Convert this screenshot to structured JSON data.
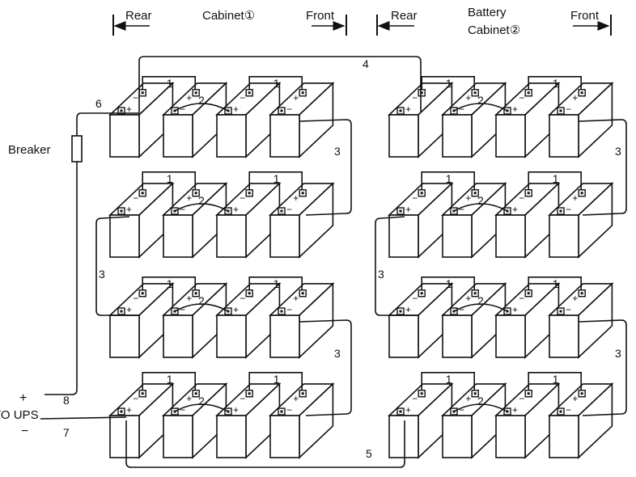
{
  "header": {
    "cab1": {
      "rear": "Rear",
      "title": "Cabinet①",
      "front": "Front"
    },
    "cab2": {
      "rear": "Rear",
      "title_line1": "Battery",
      "title_line2": "Cabinet②",
      "front": "Front"
    }
  },
  "labels": {
    "breaker": "Breaker",
    "to_ups": "TO UPS",
    "plus": "+",
    "minus": "−",
    "pos": "+",
    "neg": "−"
  },
  "cables": {
    "c1": "1",
    "c2": "2",
    "c3": "3",
    "c4": "4",
    "c5": "5",
    "c6": "6",
    "c7": "7",
    "c8": "8"
  },
  "colors": {
    "ink": "#111111",
    "background": "#ffffff"
  }
}
